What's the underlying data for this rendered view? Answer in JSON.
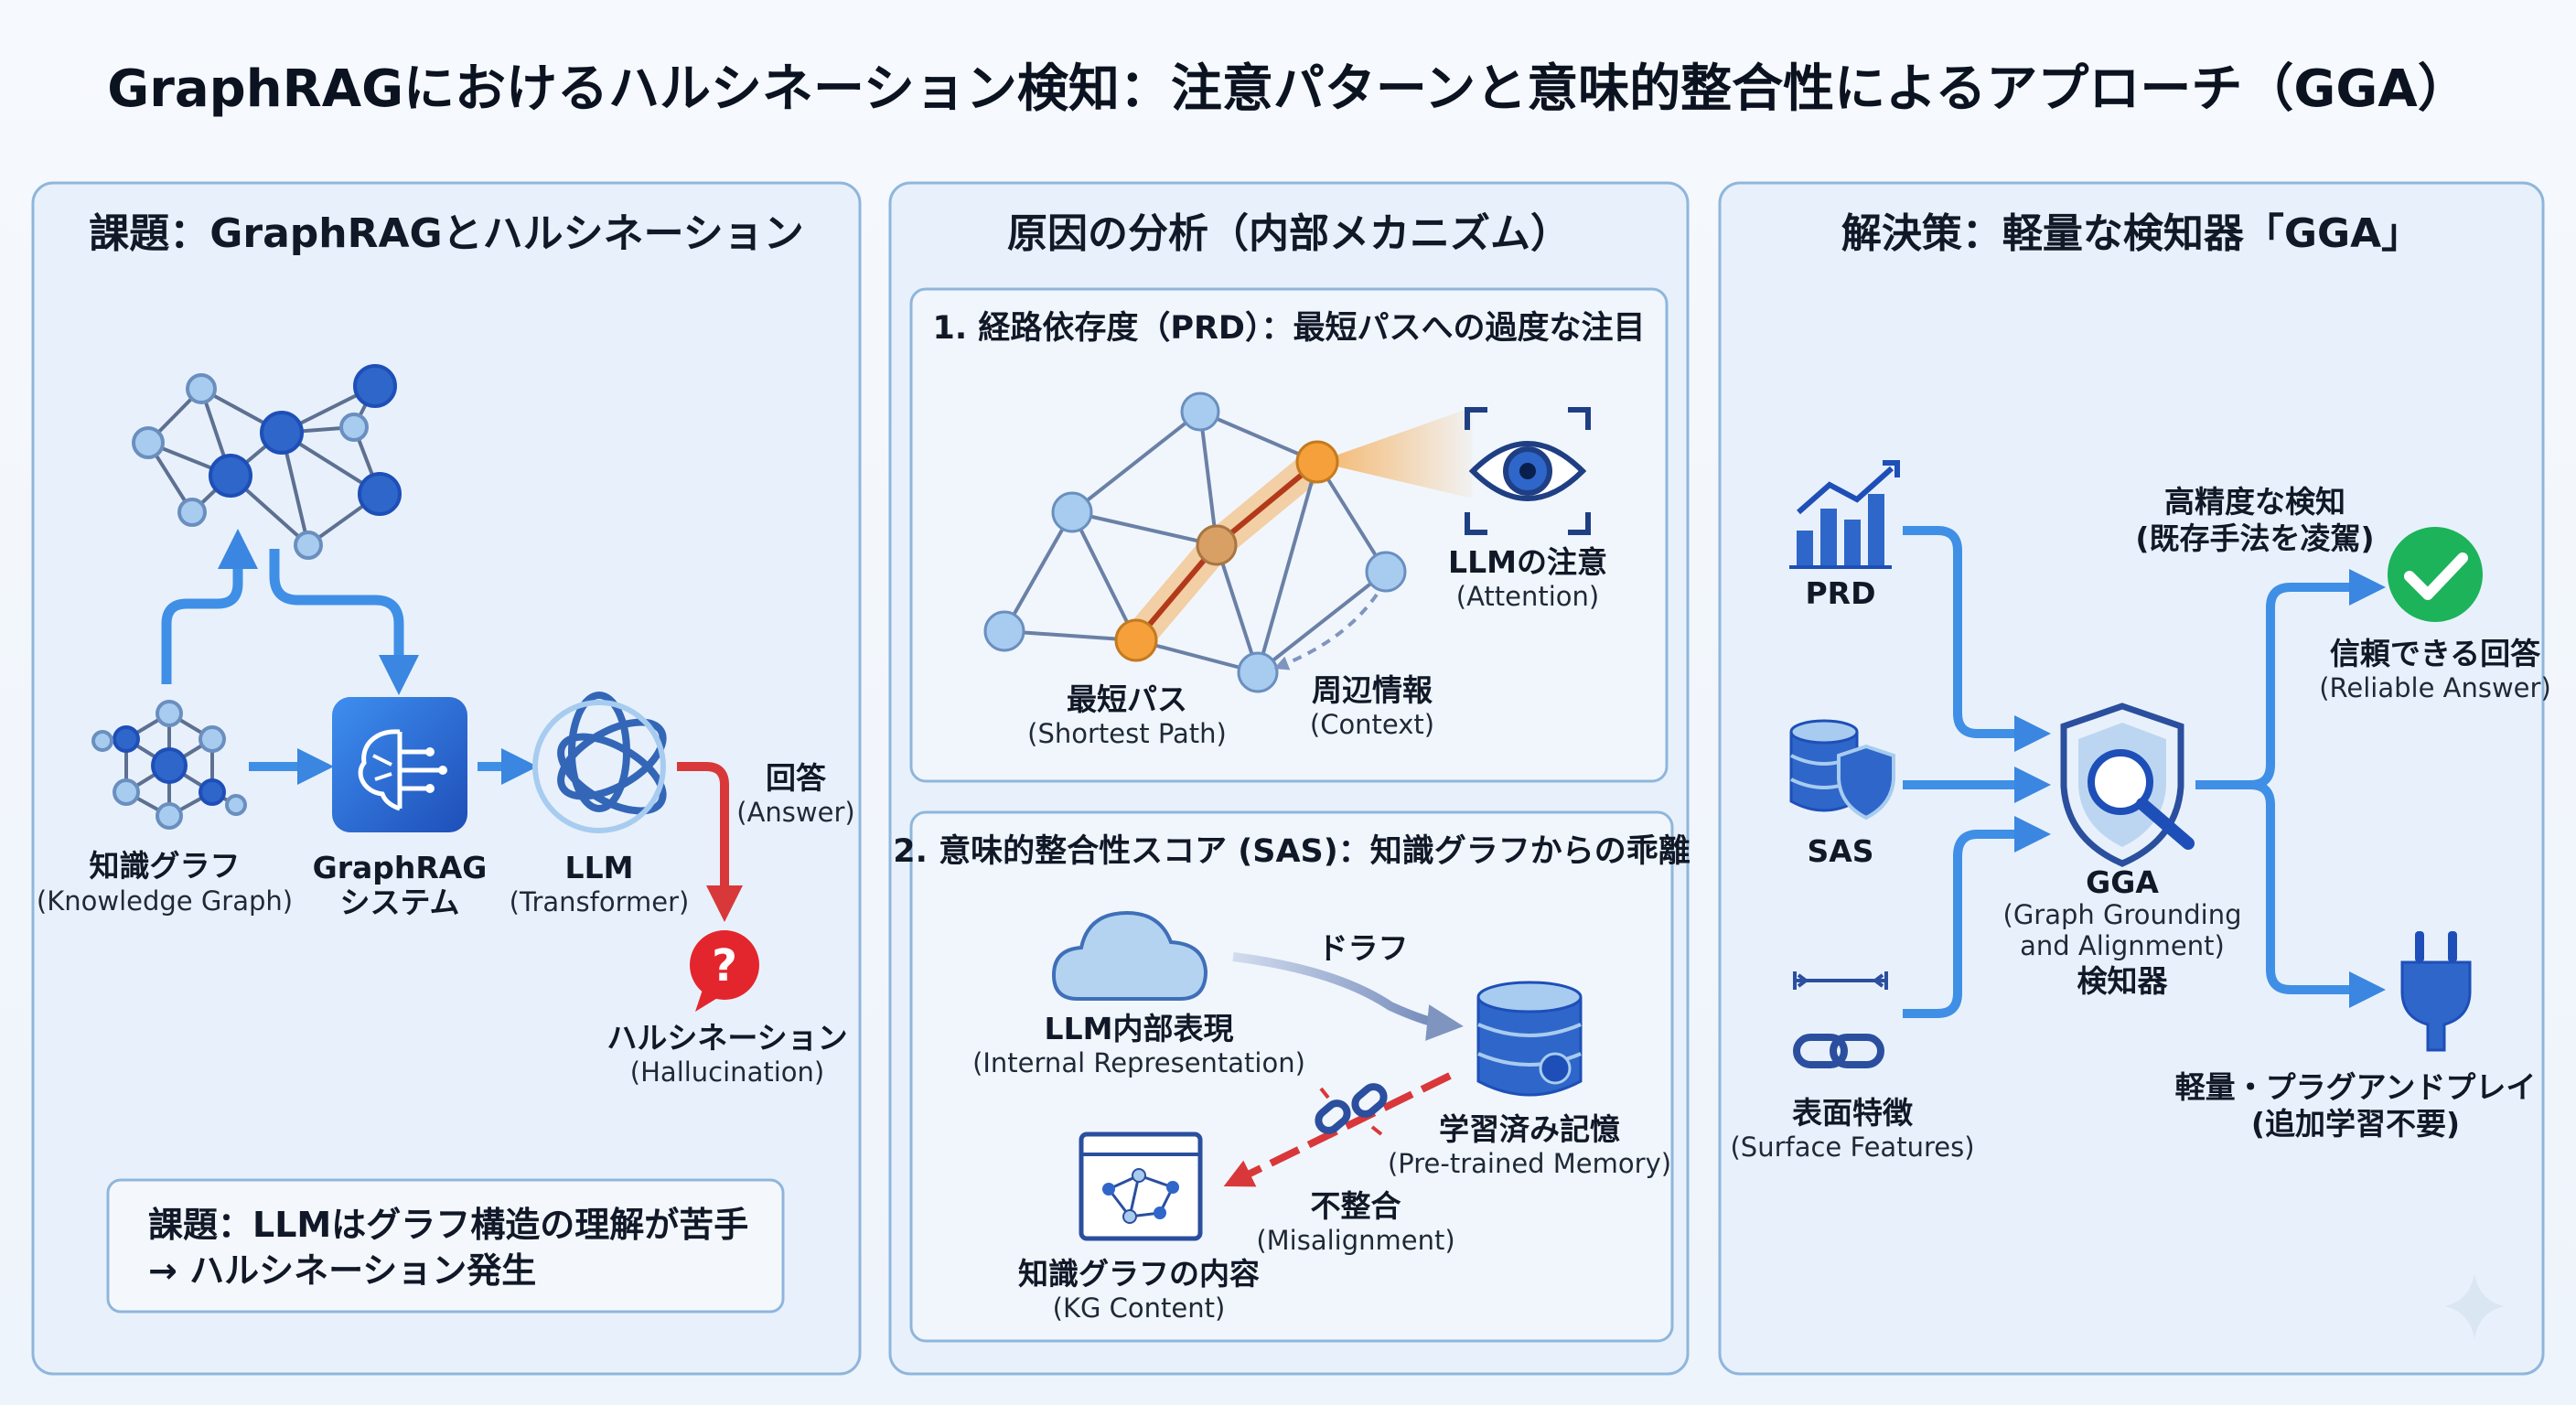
{
  "title": "GraphRAGにおけるハルシネーション検知：注意パターンと意味的整合性によるアプローチ（GGA）",
  "colors": {
    "panel_fill": "#e8f1fb",
    "panel_stroke": "#8fb6dc",
    "node_dark": "#2f66c9",
    "node_light": "#a7ccef",
    "node_stroke": "#6a8fbf",
    "accent_orange": "#f5a03a",
    "path_red": "#b23a1a",
    "arrow_blue": "#3f8fe6",
    "arrow_red": "#d9383a",
    "check_green": "#1cb35a"
  },
  "panel1": {
    "heading": "課題：GraphRAGとハルシネーション",
    "kg_label": "知識グラフ",
    "kg_sub": "(Knowledge Graph)",
    "graphrag_label": "GraphRAG",
    "graphrag_sub": "システム",
    "llm_label": "LLM",
    "llm_sub": "(Transformer)",
    "answer_label": "回答",
    "answer_sub": "(Answer)",
    "halluc_label": "ハルシネーション",
    "halluc_sub": "(Hallucination)",
    "issue_line1": "課題：LLMはグラフ構造の理解が苦手",
    "issue_line2": "→ ハルシネーション発生",
    "icons": [
      "knowledge-graph-icon",
      "graphrag-brain-icon",
      "llm-knot-icon",
      "question-bubble-icon"
    ]
  },
  "panel2": {
    "heading": "原因の分析（内部メカニズム）",
    "box1": {
      "heading": "1. 経路依存度（PRD）：最短パスへの過度な注目",
      "attention_label": "LLMの注意",
      "attention_sub": "(Attention)",
      "path_label": "最短パス",
      "path_sub": "(Shortest Path)",
      "context_label": "周辺情報",
      "context_sub": "(Context)",
      "icons": [
        "eye-icon"
      ]
    },
    "box2": {
      "heading": "2. 意味的整合性スコア (SAS)：知識グラフからの乖離",
      "drift_label": "ドラフ",
      "internal_label": "LLM内部表現",
      "internal_sub": "(Internal Representation)",
      "memory_label": "学習済み記憶",
      "memory_sub": "(Pre-trained Memory)",
      "misalign_label": "不整合",
      "misalign_sub": "(Misalignment)",
      "kg_content_label": "知識グラフの内容",
      "kg_content_sub": "(KG Content)",
      "icons": [
        "cloud-icon",
        "database-icon",
        "broken-link-icon",
        "graph-window-icon"
      ]
    }
  },
  "panel3": {
    "heading": "解決策：軽量な検知器「GGA」",
    "prd_label": "PRD",
    "sas_label": "SAS",
    "surface_label": "表面特徴",
    "surface_sub": "(Surface Features)",
    "gga_label": "GGA",
    "gga_sub1": "(Graph Grounding",
    "gga_sub2": "and Alignment)",
    "gga_sub3": "検知器",
    "precision_line1": "高精度な検知",
    "precision_line2": "(既存手法を凌駕)",
    "reliable_label": "信頼できる回答",
    "reliable_sub": "(Reliable Answer)",
    "plug_line1": "軽量・プラグアンドプレイ",
    "plug_line2": "(追加学習不要)",
    "icons": [
      "bar-chart-icon",
      "database-shield-icon",
      "link-icon",
      "shield-search-icon",
      "check-icon",
      "plug-icon"
    ]
  }
}
